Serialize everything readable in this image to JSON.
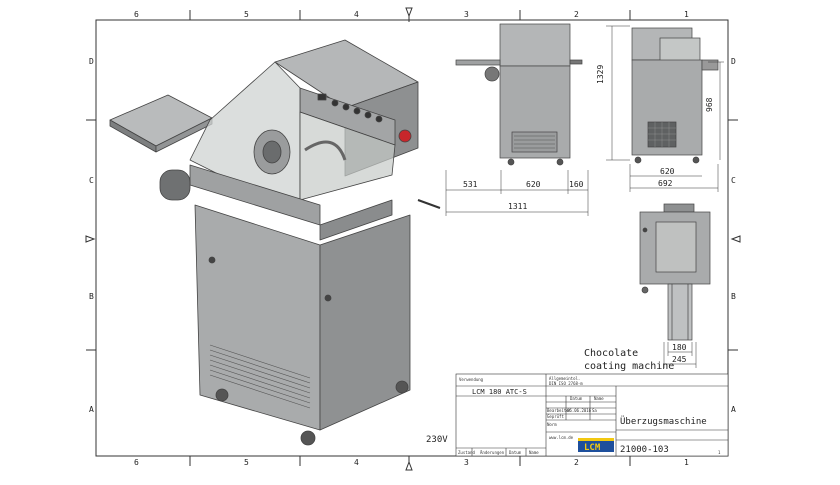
{
  "zones": {
    "columns": [
      "6",
      "5",
      "4",
      "3",
      "2",
      "1"
    ],
    "rows": [
      "D",
      "C",
      "B",
      "A"
    ]
  },
  "dimensions": {
    "front_left": "531",
    "front_mid": "620",
    "front_right": "160",
    "front_total": "1311",
    "side_width": "620",
    "side_total": "692",
    "height_total": "1329",
    "height_body": "968",
    "top_a": "180",
    "top_b": "245"
  },
  "caption": {
    "line1": "Chocolate",
    "line2": "coating machine"
  },
  "voltage": "230V",
  "title_block": {
    "verwendung_label": "Verwendung",
    "model": "LCM 180 ATC-S",
    "allgemeintol_label": "Allgemeintol.",
    "norm": "DIN ISO 2768-m",
    "datum_label": "Datum",
    "name_label": "Name",
    "bearb_label": "Bearbeitet",
    "bearb_date": "06.06.2016",
    "bearb_name": "Sa",
    "gepr_label": "Geprüft",
    "norm_row_label": "Norm",
    "title": "Überzugsmaschine",
    "website": "www.lcm.de",
    "logo": "LCM",
    "drawing_number": "21000-103",
    "zustand_label": "Zustand",
    "aenderungen_label": "Änderungen",
    "datum2_label": "Datum",
    "name2_label": "Name",
    "sheet": "1"
  },
  "colors": {
    "steel": "#a9abac",
    "steel_dark": "#7d7f80",
    "steel_light": "#c9cbcc",
    "glass": "#cfd3d1",
    "logo_blue": "#1e4f9c",
    "logo_yellow": "#f2c811",
    "estop_red": "#c8262b"
  }
}
